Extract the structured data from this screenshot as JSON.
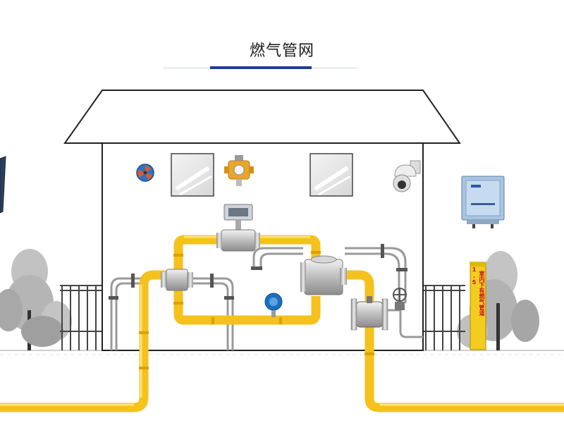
{
  "title": "燃气管网",
  "marker": {
    "number": "1.5",
    "text": "室内下有燃气管道"
  },
  "colors": {
    "pipe": "#f5c11c",
    "pipe_dark": "#d9a300",
    "accent": "#1f3f8f",
    "house_outline": "#222222",
    "tree": "#b8b8b8"
  },
  "icons": [
    "exhaust-fan-icon",
    "gas-detector-icon",
    "dome-camera-icon",
    "control-box-icon",
    "flowmeter-icon",
    "pressure-transmitter-icon",
    "valve-icon",
    "marker-post-icon",
    "solar-panel-icon"
  ]
}
